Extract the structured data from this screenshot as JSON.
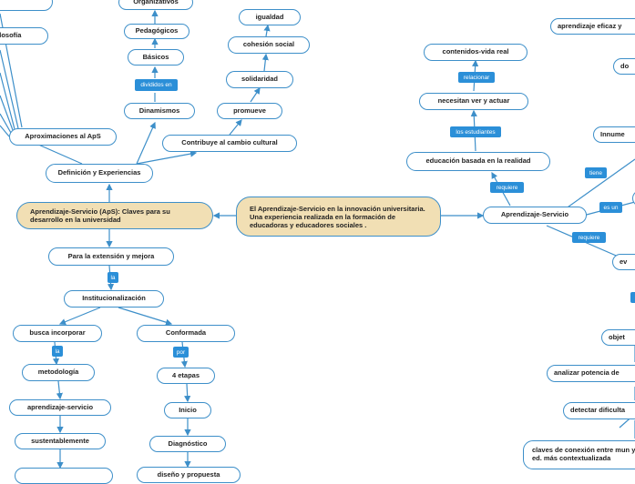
{
  "central": "El Aprendizaje-Servicio en la innovación universitaria. Una experiencia realizada en la formación de educadoras y educadores sociales .",
  "left_main": "Aprendizaje-Servicio (ApS): Claves para su desarrollo en la universidad",
  "nodes": {
    "organizativos": "Organizativos",
    "pedagogicos": "Pedagógicos",
    "basicos": "Básicos",
    "dinamismos": "Dinamismos",
    "filosofia": "o filosofía",
    "top_cut": "...",
    "aproximaciones": "Aproximaciones al ApS",
    "definicion": "Definición y Experiencias",
    "igualdad": "igualdad",
    "cohesion": "cohesión social",
    "solidaridad": "solidaridad",
    "promueve": "promueve",
    "contribuye": "Contribuye al cambio cultural",
    "extension": "Para la extensión y mejora",
    "institucionalizacion": "Institucionalización",
    "busca": "busca incorporar",
    "metodologia": "metodología",
    "aprendizaje_servicio_small": "aprendizaje-servicio",
    "sustentablemente": "sustentablemente",
    "conformada": "Conformada",
    "etapas": "4 etapas",
    "inicio": "Inicio",
    "diagnostico": "Diagnóstico",
    "diseno": "diseño y propuesta",
    "contenidos": "contenidos-vida real",
    "necesitan": "necesitan ver y actuar",
    "educacion": "educación basada en la realidad",
    "aprendizaje_servicio": "Aprendizaje-Servicio",
    "aprendizaje_eficaz": "aprendizaje eficaz y",
    "do": "do",
    "innume": "Innume",
    "ev": "ev",
    "objet": "objet",
    "analizar": "analizar potencia de",
    "detectar": "detectar dificulta",
    "claves": "claves de conexión entre mun y ed. más contextualizada"
  },
  "labels": {
    "divididos": "divididos en",
    "la1": "la",
    "la2": "la",
    "por": "por",
    "relacionar": "relacionar",
    "estudiantes": "los estudiantes",
    "requiere1": "requiere",
    "tiene": "tiene",
    "es_un": "es un",
    "requiere2": "requiere"
  }
}
